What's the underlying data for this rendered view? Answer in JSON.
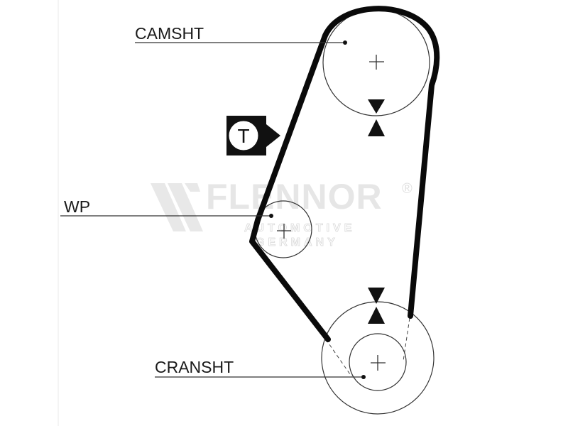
{
  "labels": {
    "camshaft": "CAMSHT",
    "water_pump": "WP",
    "crankshaft": "CRANSHT",
    "tensioner": "T"
  },
  "watermark": {
    "name": "FLENNOR",
    "registered": "®",
    "line1": "AUTOMOTIVE",
    "line2": "GERMANY"
  },
  "colors": {
    "belt": "#0a0a0a",
    "line": "#333333",
    "watermark": "#e6e6e6",
    "background": "#ffffff"
  }
}
